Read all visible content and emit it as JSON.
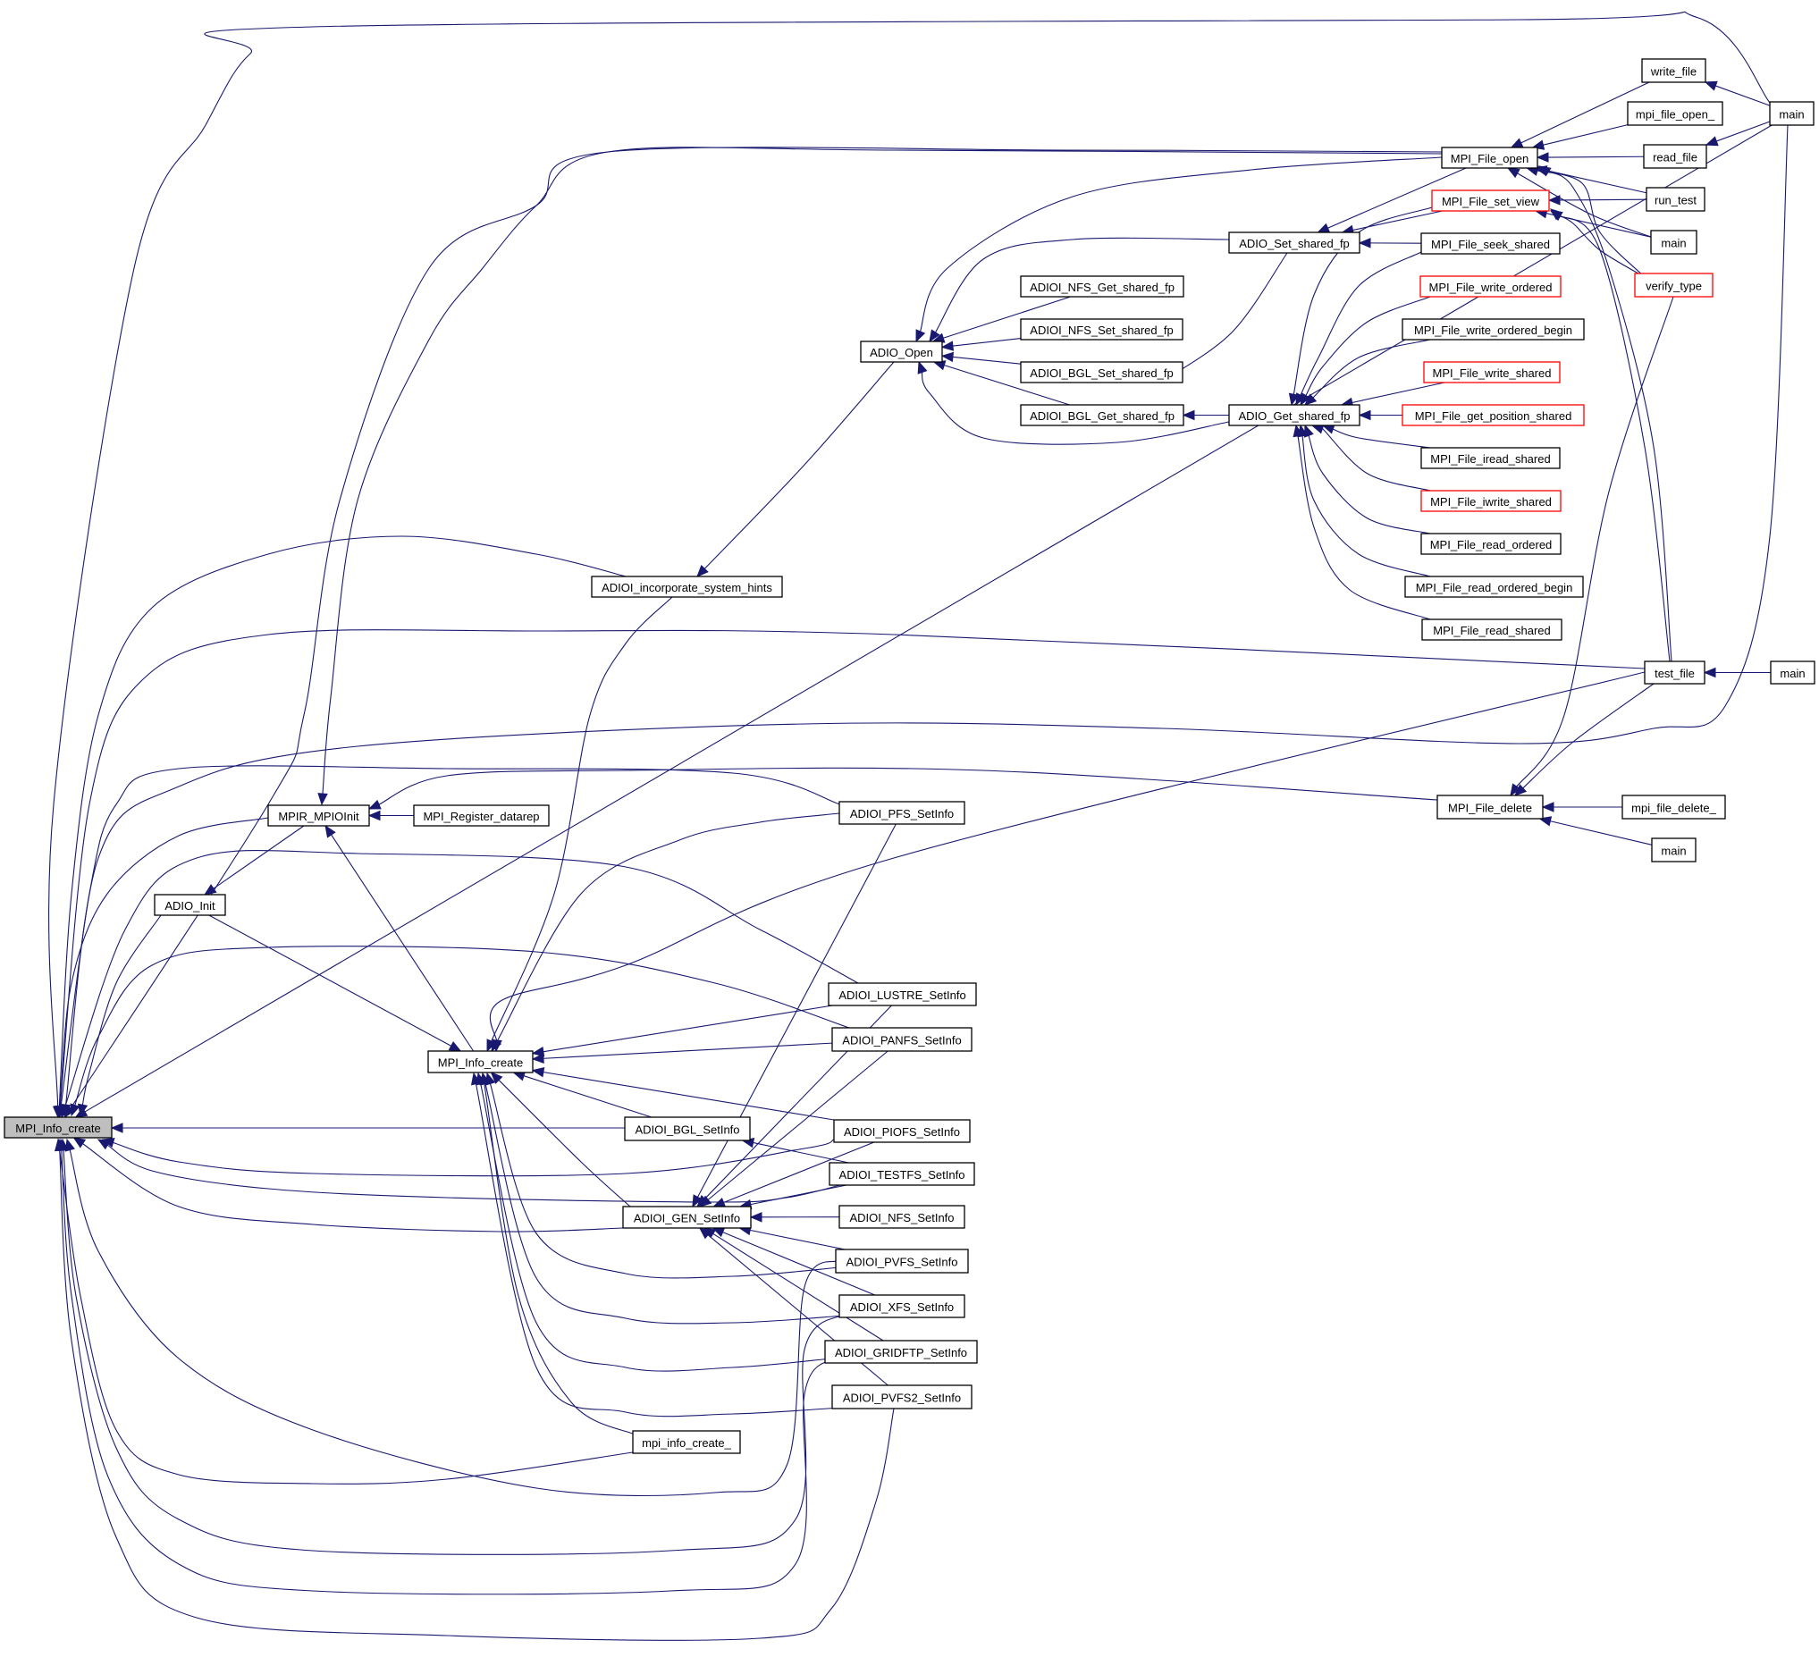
{
  "diagram": {
    "title": "MPI_Info_create caller graph",
    "colors": {
      "edge": "#191970",
      "node_border": "#000000",
      "node_border_incomplete": "#ff0000",
      "root_fill": "#bfbfbf"
    },
    "nodes": [
      {
        "id": "root",
        "label": "MPI_Info_create",
        "style": "root"
      },
      {
        "id": "mpir_mpioinit",
        "label": "MPIR_MPIOInit",
        "style": "normal"
      },
      {
        "id": "mpi_register_datarep",
        "label": "MPI_Register_datarep",
        "style": "normal"
      },
      {
        "id": "adio_init",
        "label": "ADIO_Init",
        "style": "normal"
      },
      {
        "id": "mpi_info_create_mid",
        "label": "MPI_Info_create",
        "style": "normal"
      },
      {
        "id": "adioi_incorporate_system_hints",
        "label": "ADIOI_incorporate_system_hints",
        "style": "normal"
      },
      {
        "id": "adio_open",
        "label": "ADIO_Open",
        "style": "normal"
      },
      {
        "id": "adioi_nfs_get_shared_fp",
        "label": "ADIOI_NFS_Get_shared_fp",
        "style": "normal"
      },
      {
        "id": "adioi_nfs_set_shared_fp",
        "label": "ADIOI_NFS_Set_shared_fp",
        "style": "normal"
      },
      {
        "id": "adioi_bgl_set_shared_fp",
        "label": "ADIOI_BGL_Set_shared_fp",
        "style": "normal"
      },
      {
        "id": "adioi_bgl_get_shared_fp",
        "label": "ADIOI_BGL_Get_shared_fp",
        "style": "normal"
      },
      {
        "id": "adio_set_shared_fp",
        "label": "ADIO_Set_shared_fp",
        "style": "normal"
      },
      {
        "id": "adio_get_shared_fp",
        "label": "ADIO_Get_shared_fp",
        "style": "normal"
      },
      {
        "id": "mpi_file_open",
        "label": "MPI_File_open",
        "style": "normal"
      },
      {
        "id": "mpi_file_set_view",
        "label": "MPI_File_set_view",
        "style": "incomplete"
      },
      {
        "id": "mpi_file_seek_shared",
        "label": "MPI_File_seek_shared",
        "style": "normal"
      },
      {
        "id": "mpi_file_write_ordered",
        "label": "MPI_File_write_ordered",
        "style": "incomplete"
      },
      {
        "id": "mpi_file_write_ordered_begin",
        "label": "MPI_File_write_ordered_begin",
        "style": "normal"
      },
      {
        "id": "mpi_file_write_shared",
        "label": "MPI_File_write_shared",
        "style": "incomplete"
      },
      {
        "id": "mpi_file_get_position_shared",
        "label": "MPI_File_get_position_shared",
        "style": "incomplete"
      },
      {
        "id": "mpi_file_iread_shared",
        "label": "MPI_File_iread_shared",
        "style": "normal"
      },
      {
        "id": "mpi_file_iwrite_shared",
        "label": "MPI_File_iwrite_shared",
        "style": "incomplete"
      },
      {
        "id": "mpi_file_read_ordered",
        "label": "MPI_File_read_ordered",
        "style": "normal"
      },
      {
        "id": "mpi_file_read_ordered_begin",
        "label": "MPI_File_read_ordered_begin",
        "style": "normal"
      },
      {
        "id": "mpi_file_read_shared",
        "label": "MPI_File_read_shared",
        "style": "normal"
      },
      {
        "id": "write_file",
        "label": "write_file",
        "style": "normal"
      },
      {
        "id": "mpi_file_open_",
        "label": "mpi_file_open_",
        "style": "normal"
      },
      {
        "id": "read_file",
        "label": "read_file",
        "style": "normal"
      },
      {
        "id": "run_test",
        "label": "run_test",
        "style": "normal"
      },
      {
        "id": "main_2",
        "label": "main",
        "style": "normal"
      },
      {
        "id": "verify_type",
        "label": "verify_type",
        "style": "incomplete"
      },
      {
        "id": "main_top",
        "label": "main",
        "style": "normal"
      },
      {
        "id": "test_file",
        "label": "test_file",
        "style": "normal"
      },
      {
        "id": "main_test",
        "label": "main",
        "style": "normal"
      },
      {
        "id": "mpi_file_delete",
        "label": "MPI_File_delete",
        "style": "normal"
      },
      {
        "id": "mpi_file_delete_",
        "label": "mpi_file_delete_",
        "style": "normal"
      },
      {
        "id": "main_delete",
        "label": "main",
        "style": "normal"
      },
      {
        "id": "adioi_pfs_setinfo",
        "label": "ADIOI_PFS_SetInfo",
        "style": "normal"
      },
      {
        "id": "adioi_lustre_setinfo",
        "label": "ADIOI_LUSTRE_SetInfo",
        "style": "normal"
      },
      {
        "id": "adioi_panfs_setinfo",
        "label": "ADIOI_PANFS_SetInfo",
        "style": "normal"
      },
      {
        "id": "adioi_bgl_setinfo",
        "label": "ADIOI_BGL_SetInfo",
        "style": "normal"
      },
      {
        "id": "adioi_piofs_setinfo",
        "label": "ADIOI_PIOFS_SetInfo",
        "style": "normal"
      },
      {
        "id": "adioi_testfs_setinfo",
        "label": "ADIOI_TESTFS_SetInfo",
        "style": "normal"
      },
      {
        "id": "adioi_gen_setinfo",
        "label": "ADIOI_GEN_SetInfo",
        "style": "normal"
      },
      {
        "id": "adioi_nfs_setinfo",
        "label": "ADIOI_NFS_SetInfo",
        "style": "normal"
      },
      {
        "id": "adioi_pvfs_setinfo",
        "label": "ADIOI_PVFS_SetInfo",
        "style": "normal"
      },
      {
        "id": "adioi_xfs_setinfo",
        "label": "ADIOI_XFS_SetInfo",
        "style": "normal"
      },
      {
        "id": "adioi_gridftp_setinfo",
        "label": "ADIOI_GRIDFTP_SetInfo",
        "style": "normal"
      },
      {
        "id": "adioi_pvfs2_setinfo",
        "label": "ADIOI_PVFS2_SetInfo",
        "style": "normal"
      },
      {
        "id": "mpi_info_create_",
        "label": "mpi_info_create_",
        "style": "normal"
      }
    ],
    "edges": [
      {
        "from": "main_top",
        "to": "root"
      },
      {
        "from": "mpi_file_open",
        "to": "root"
      },
      {
        "from": "adioi_incorporate_system_hints",
        "to": "root"
      },
      {
        "from": "test_file",
        "to": "root"
      },
      {
        "from": "main_top",
        "to": "root"
      },
      {
        "from": "mpir_mpioinit",
        "to": "root"
      },
      {
        "from": "adioi_pfs_setinfo",
        "to": "root"
      },
      {
        "from": "adio_init",
        "to": "root"
      },
      {
        "from": "adioi_lustre_setinfo",
        "to": "root"
      },
      {
        "from": "adioi_panfs_setinfo",
        "to": "root"
      },
      {
        "from": "adioi_bgl_setinfo",
        "to": "root"
      },
      {
        "from": "adioi_piofs_setinfo",
        "to": "root"
      },
      {
        "from": "adioi_gen_setinfo",
        "to": "root"
      },
      {
        "from": "mpi_info_create_",
        "to": "root"
      },
      {
        "from": "adioi_pvfs_setinfo",
        "to": "root"
      },
      {
        "from": "adioi_xfs_setinfo",
        "to": "root"
      },
      {
        "from": "adioi_gridftp_setinfo",
        "to": "root"
      },
      {
        "from": "adioi_pvfs2_setinfo",
        "to": "root"
      },
      {
        "from": "adioi_testfs_setinfo",
        "to": "root"
      },
      {
        "from": "mpi_file_open",
        "to": "mpir_mpioinit"
      },
      {
        "from": "mpi_file_delete",
        "to": "mpir_mpioinit"
      },
      {
        "from": "mpi_register_datarep",
        "to": "mpir_mpioinit"
      },
      {
        "from": "mpi_info_create_mid",
        "to": "mpir_mpioinit"
      },
      {
        "from": "mpir_mpioinit",
        "to": "adio_init"
      },
      {
        "from": "adio_init",
        "to": "mpi_info_create_mid"
      },
      {
        "from": "adioi_incorporate_system_hints",
        "to": "mpi_info_create_mid"
      },
      {
        "from": "adioi_pfs_setinfo",
        "to": "mpi_info_create_mid"
      },
      {
        "from": "test_file",
        "to": "mpi_info_create_mid"
      },
      {
        "from": "adioi_lustre_setinfo",
        "to": "mpi_info_create_mid"
      },
      {
        "from": "adioi_panfs_setinfo",
        "to": "mpi_info_create_mid"
      },
      {
        "from": "adioi_piofs_setinfo",
        "to": "mpi_info_create_mid"
      },
      {
        "from": "adioi_bgl_setinfo",
        "to": "mpi_info_create_mid"
      },
      {
        "from": "adioi_gen_setinfo",
        "to": "mpi_info_create_mid"
      },
      {
        "from": "adioi_pvfs_setinfo",
        "to": "mpi_info_create_mid"
      },
      {
        "from": "adioi_xfs_setinfo",
        "to": "mpi_info_create_mid"
      },
      {
        "from": "adioi_gridftp_setinfo",
        "to": "mpi_info_create_mid"
      },
      {
        "from": "adioi_pvfs2_setinfo",
        "to": "mpi_info_create_mid"
      },
      {
        "from": "mpi_info_create_",
        "to": "mpi_info_create_mid"
      },
      {
        "from": "adio_open",
        "to": "adioi_incorporate_system_hints"
      },
      {
        "from": "mpi_file_open",
        "to": "adio_open"
      },
      {
        "from": "adio_set_shared_fp",
        "to": "adio_open"
      },
      {
        "from": "adioi_nfs_get_shared_fp",
        "to": "adio_open"
      },
      {
        "from": "adioi_nfs_set_shared_fp",
        "to": "adio_open"
      },
      {
        "from": "adioi_bgl_set_shared_fp",
        "to": "adio_open"
      },
      {
        "from": "adioi_bgl_get_shared_fp",
        "to": "adio_open"
      },
      {
        "from": "adio_get_shared_fp",
        "to": "adio_open"
      },
      {
        "from": "adio_set_shared_fp",
        "to": "adioi_bgl_set_shared_fp"
      },
      {
        "from": "adio_get_shared_fp",
        "to": "adioi_bgl_get_shared_fp"
      },
      {
        "from": "mpi_file_open",
        "to": "adio_set_shared_fp"
      },
      {
        "from": "mpi_file_set_view",
        "to": "adio_set_shared_fp"
      },
      {
        "from": "mpi_file_seek_shared",
        "to": "adio_set_shared_fp"
      },
      {
        "from": "mpi_file_set_view",
        "to": "adio_get_shared_fp"
      },
      {
        "from": "mpi_file_seek_shared",
        "to": "adio_get_shared_fp"
      },
      {
        "from": "mpi_file_write_ordered",
        "to": "adio_get_shared_fp"
      },
      {
        "from": "mpi_file_write_ordered_begin",
        "to": "adio_get_shared_fp"
      },
      {
        "from": "mpi_file_write_shared",
        "to": "adio_get_shared_fp"
      },
      {
        "from": "mpi_file_get_position_shared",
        "to": "adio_get_shared_fp"
      },
      {
        "from": "mpi_file_iread_shared",
        "to": "adio_get_shared_fp"
      },
      {
        "from": "mpi_file_iwrite_shared",
        "to": "adio_get_shared_fp"
      },
      {
        "from": "mpi_file_read_ordered",
        "to": "adio_get_shared_fp"
      },
      {
        "from": "mpi_file_read_ordered_begin",
        "to": "adio_get_shared_fp"
      },
      {
        "from": "mpi_file_read_shared",
        "to": "adio_get_shared_fp"
      },
      {
        "from": "write_file",
        "to": "mpi_file_open"
      },
      {
        "from": "mpi_file_open_",
        "to": "mpi_file_open"
      },
      {
        "from": "read_file",
        "to": "mpi_file_open"
      },
      {
        "from": "run_test",
        "to": "mpi_file_open"
      },
      {
        "from": "main_2",
        "to": "mpi_file_open"
      },
      {
        "from": "verify_type",
        "to": "mpi_file_open"
      },
      {
        "from": "test_file",
        "to": "mpi_file_open"
      },
      {
        "from": "run_test",
        "to": "mpi_file_set_view"
      },
      {
        "from": "main_2",
        "to": "mpi_file_set_view"
      },
      {
        "from": "verify_type",
        "to": "mpi_file_set_view"
      },
      {
        "from": "test_file",
        "to": "mpi_file_set_view"
      },
      {
        "from": "main_top",
        "to": "write_file"
      },
      {
        "from": "main_top",
        "to": "read_file"
      },
      {
        "from": "main_test",
        "to": "test_file"
      },
      {
        "from": "test_file",
        "to": "mpi_file_delete"
      },
      {
        "from": "verify_type",
        "to": "mpi_file_delete"
      },
      {
        "from": "mpi_file_delete_",
        "to": "mpi_file_delete"
      },
      {
        "from": "main_delete",
        "to": "mpi_file_delete"
      },
      {
        "from": "adioi_lustre_setinfo",
        "to": "adioi_gen_setinfo"
      },
      {
        "from": "adioi_pfs_setinfo",
        "to": "adioi_gen_setinfo"
      },
      {
        "from": "adioi_panfs_setinfo",
        "to": "adioi_gen_setinfo"
      },
      {
        "from": "adioi_piofs_setinfo",
        "to": "adioi_gen_setinfo"
      },
      {
        "from": "adioi_testfs_setinfo",
        "to": "adioi_gen_setinfo"
      },
      {
        "from": "adioi_nfs_setinfo",
        "to": "adioi_gen_setinfo"
      },
      {
        "from": "adioi_pvfs_setinfo",
        "to": "adioi_gen_setinfo"
      },
      {
        "from": "adioi_xfs_setinfo",
        "to": "adioi_gen_setinfo"
      },
      {
        "from": "adioi_gridftp_setinfo",
        "to": "adioi_gen_setinfo"
      },
      {
        "from": "adioi_pvfs2_setinfo",
        "to": "adioi_gen_setinfo"
      },
      {
        "from": "adioi_testfs_setinfo",
        "to": "adioi_bgl_setinfo"
      }
    ]
  }
}
